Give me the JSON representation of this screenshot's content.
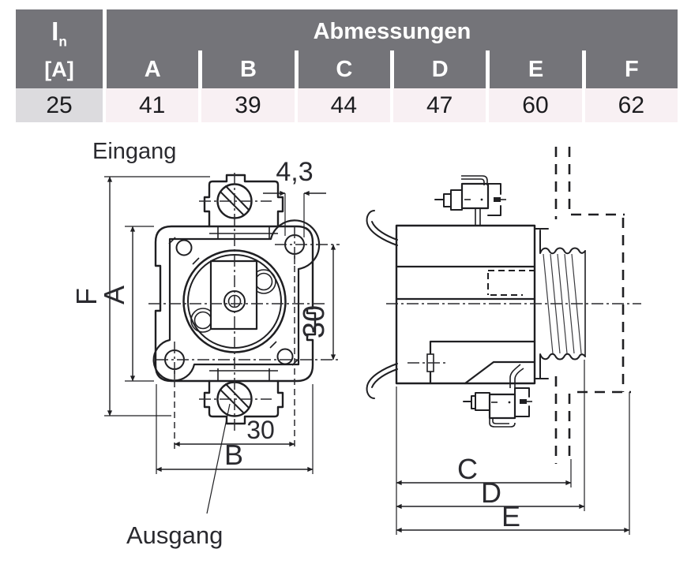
{
  "table": {
    "current_symbol": "I",
    "current_sub": "n",
    "current_unit": "[A]",
    "group_header": "Abmessungen",
    "columns": [
      "A",
      "B",
      "C",
      "D",
      "E",
      "F"
    ],
    "current_value": "25",
    "values": [
      "41",
      "39",
      "44",
      "47",
      "60",
      "62"
    ]
  },
  "front_view": {
    "input_label": "Eingang",
    "output_label": "Ausgang",
    "dim_hole_dia": "4,3",
    "dim_f": "F",
    "dim_a": "A",
    "dim_b": "B",
    "dim_spacing_vertical": "30",
    "dim_spacing_horizontal": "30"
  },
  "side_view": {
    "dim_c": "C",
    "dim_d": "D",
    "dim_e": "E"
  },
  "colors": {
    "header_bg": "#747479",
    "header_text": "#ffffff",
    "row_bg": "#f8f0f3",
    "row_first_bg": "#dcdbde",
    "line": "#1f1f22",
    "label_text": "#2a2a2f"
  }
}
